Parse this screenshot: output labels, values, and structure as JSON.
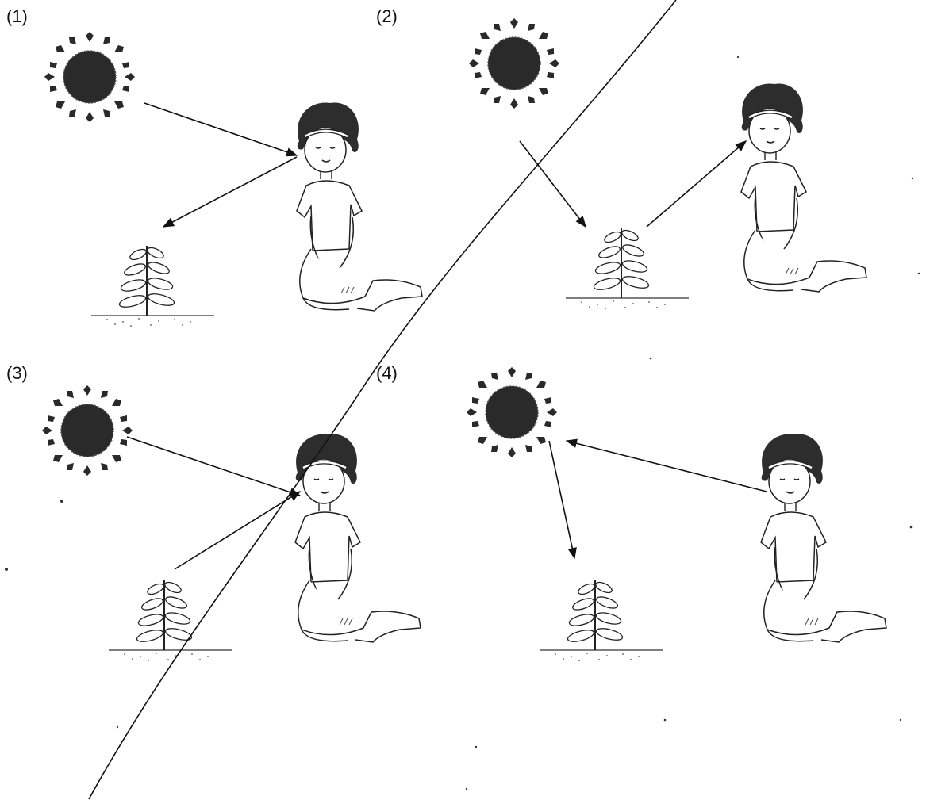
{
  "panels": [
    {
      "label": "(1)"
    },
    {
      "label": "(2)"
    },
    {
      "label": "(3)"
    },
    {
      "label": "(4)"
    }
  ],
  "colors": {
    "ink": "#111111",
    "sun_core": "#222222",
    "background": "#ffffff"
  },
  "icons": [
    "sun-icon",
    "plant-icon",
    "girl-kneeling-icon",
    "arrow-icon"
  ]
}
